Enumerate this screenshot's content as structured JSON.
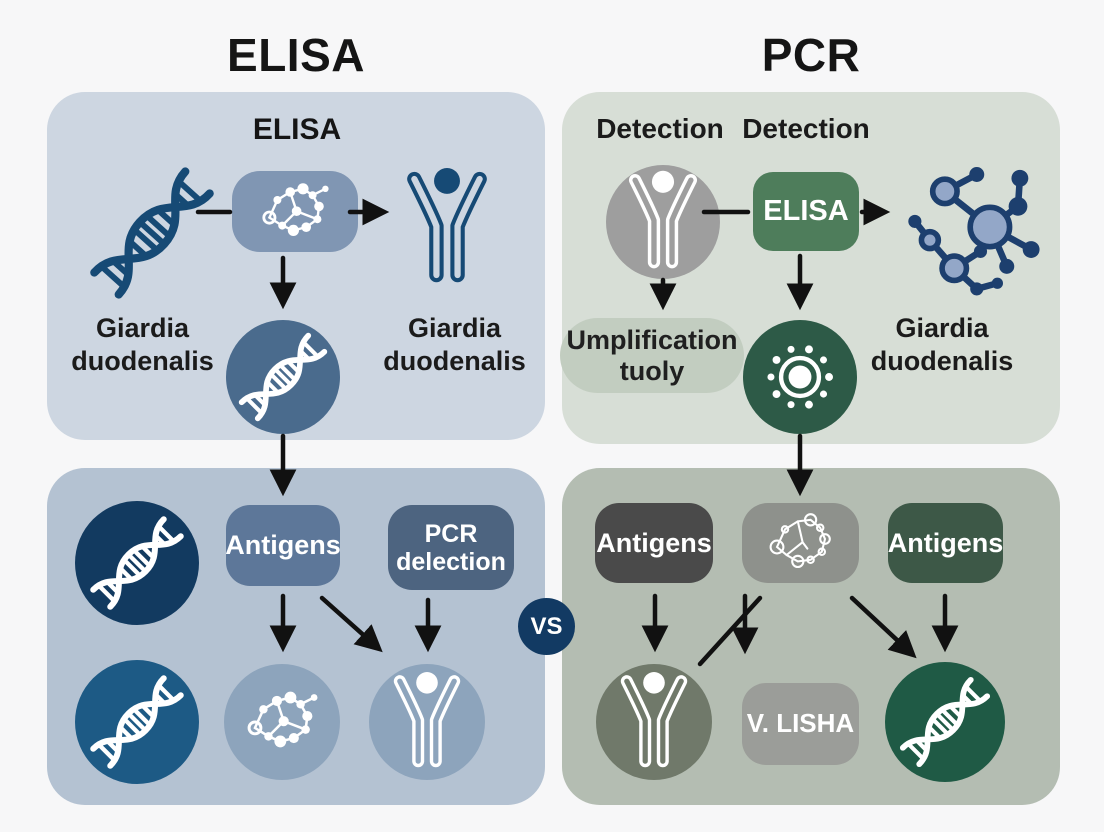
{
  "titles": {
    "elisa": "ELISA",
    "pcr": "PCR"
  },
  "vs_badge": {
    "label": "VS"
  },
  "elisa_top_panel": {
    "heading": "ELISA",
    "caption_left": "Giardia duodenalis",
    "caption_right": "Giardia duodenalis"
  },
  "elisa_bottom_panel": {
    "antigens": "Antigens",
    "pcr_detection": "PCR delection"
  },
  "pcr_top_panel": {
    "detection_left": "Detection",
    "detection_right": "Detection",
    "elisa_box": "ELISA",
    "amplification": "Umplification tuoly",
    "caption": "Giardia duodenalis"
  },
  "pcr_bottom_panel": {
    "antigens_left": "Antigens",
    "antigens_right": "Antigens",
    "vlisha": "V. LISHA"
  },
  "icons": {
    "dna-icon": "double-helix",
    "antibody-icon": "y-shaped antibody",
    "molecule-icon": "molecule cluster network",
    "network-icon": "molecular graph with nodes",
    "sunburst-icon": "glowing ring with dots"
  },
  "colors": {
    "background": "#f7f7f8",
    "panel_elisa_top": "#cdd6e1",
    "panel_elisa_bottom": "#b4c2d2",
    "panel_pcr_top": "#d7ded6",
    "panel_pcr_bottom": "#b4bdb2",
    "navy": "#164a75",
    "steel_blue": "#5d7799",
    "slate_blue": "#4d6480",
    "molecule_box_blue": "#8096b3",
    "green_box": "#4e7d5b",
    "dark_green_circle": "#2d5a47",
    "dark_gray_box": "#4a4a4a",
    "gray_box": "#8e918c",
    "vs_navy": "#123a63"
  }
}
